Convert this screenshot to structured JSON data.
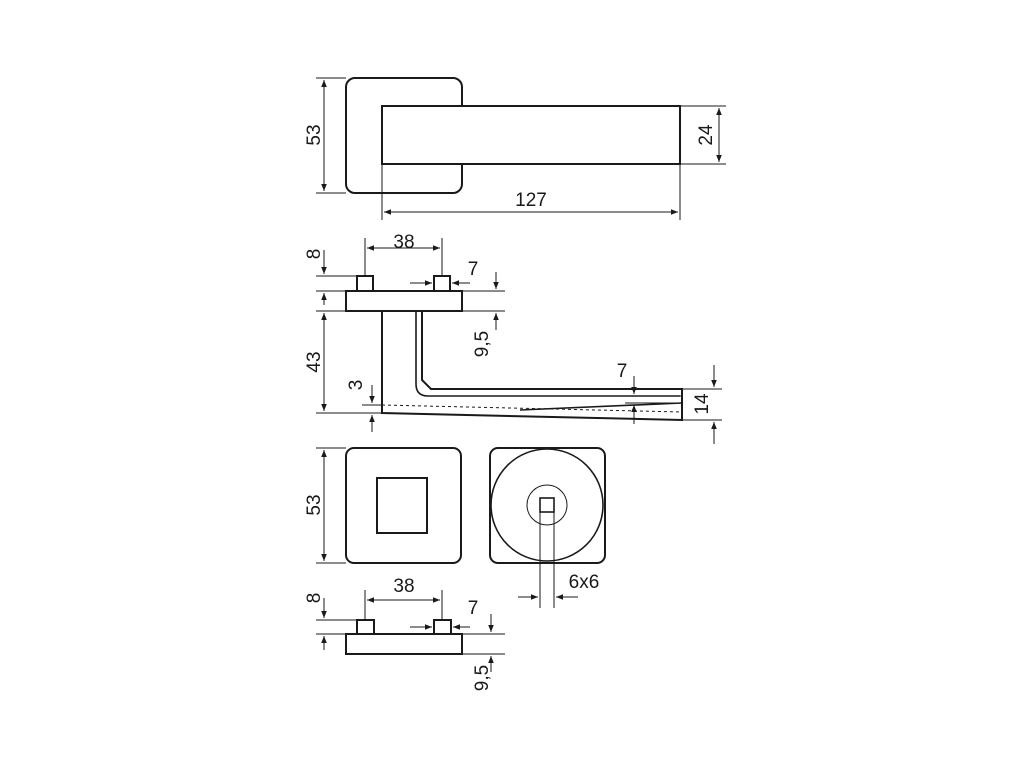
{
  "drawing": {
    "top_view": {
      "rose_height": "53",
      "lever_length": "127",
      "lever_height": "24"
    },
    "side_view": {
      "pin_spacing": "38",
      "pin_height": "8",
      "pin_width": "7",
      "plate_thickness": "9,5",
      "lever_drop": "43",
      "lever_offset": "3",
      "lever_tip_thickness": "7",
      "lever_tip_height": "14"
    },
    "rose_views": {
      "rose_size": "53",
      "spindle_size": "6x6"
    },
    "bottom_view": {
      "pin_spacing": "38",
      "pin_height": "8",
      "pin_width": "7",
      "plate_thickness": "9,5"
    }
  }
}
